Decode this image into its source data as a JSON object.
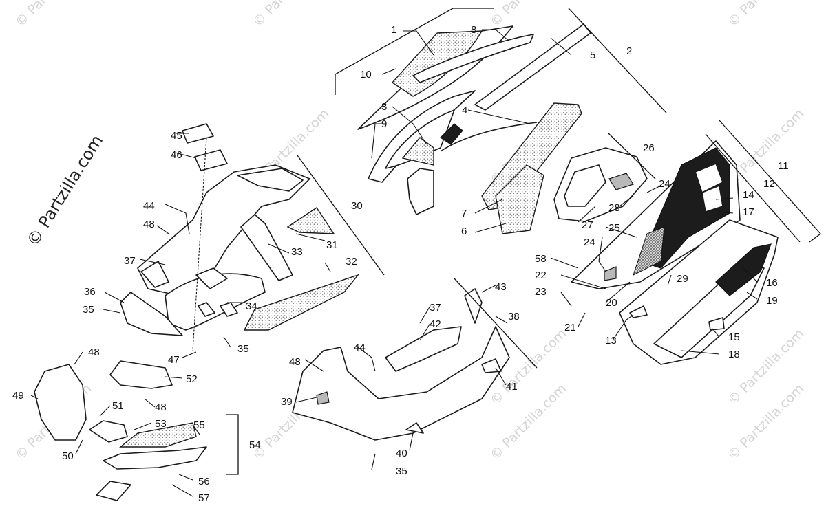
{
  "brand": "© Partzilla.com",
  "watermark": "© Partzilla.com",
  "callouts": [
    "1",
    "2",
    "3",
    "4",
    "5",
    "6",
    "7",
    "8",
    "9",
    "10",
    "11",
    "12",
    "13",
    "14",
    "15",
    "16",
    "17",
    "18",
    "19",
    "20",
    "21",
    "22",
    "23",
    "24",
    "24",
    "25",
    "26",
    "27",
    "28",
    "29",
    "30",
    "31",
    "32",
    "33",
    "34",
    "35",
    "35",
    "35",
    "36",
    "37",
    "37",
    "38",
    "39",
    "40",
    "41",
    "42",
    "43",
    "44",
    "44",
    "45",
    "46",
    "47",
    "48",
    "48",
    "48",
    "48",
    "49",
    "50",
    "51",
    "52",
    "53",
    "54",
    "55",
    "56",
    "57",
    "58"
  ]
}
